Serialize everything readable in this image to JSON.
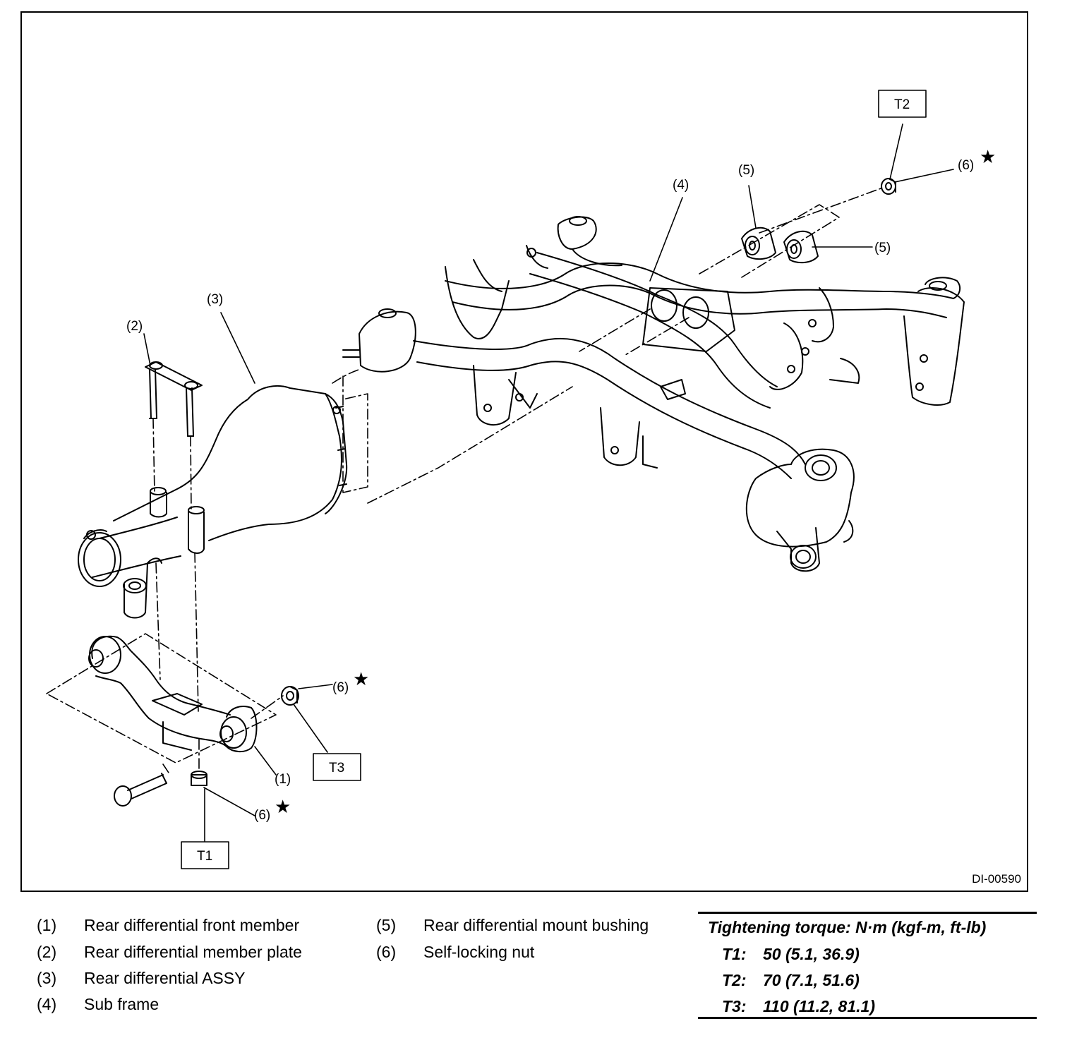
{
  "figure": {
    "id": "DI-00590",
    "callouts": {
      "c1": "(1)",
      "c2": "(2)",
      "c3": "(3)",
      "c4": "(4)",
      "c5a": "(5)",
      "c5b": "(5)",
      "c6a": "(6)",
      "c6b": "(6)",
      "c6c": "(6)"
    },
    "torque_boxes": {
      "t1": "T1",
      "t2": "T2",
      "t3": "T3"
    },
    "star_glyph": "★"
  },
  "legend": [
    {
      "num": "(1)",
      "text": "Rear differential front member"
    },
    {
      "num": "(2)",
      "text": "Rear differential member plate"
    },
    {
      "num": "(3)",
      "text": "Rear differential ASSY"
    },
    {
      "num": "(4)",
      "text": "Sub frame"
    },
    {
      "num": "(5)",
      "text": "Rear differential mount bushing"
    },
    {
      "num": "(6)",
      "text": "Self-locking nut"
    }
  ],
  "torque": {
    "heading": "Tightening torque: N·m (kgf-m, ft-lb)",
    "rows": [
      {
        "key": "T1:",
        "value": "50 (5.1, 36.9)"
      },
      {
        "key": "T2:",
        "value": "70 (7.1, 51.6)"
      },
      {
        "key": "T3:",
        "value": "110 (11.2, 81.1)"
      }
    ]
  }
}
